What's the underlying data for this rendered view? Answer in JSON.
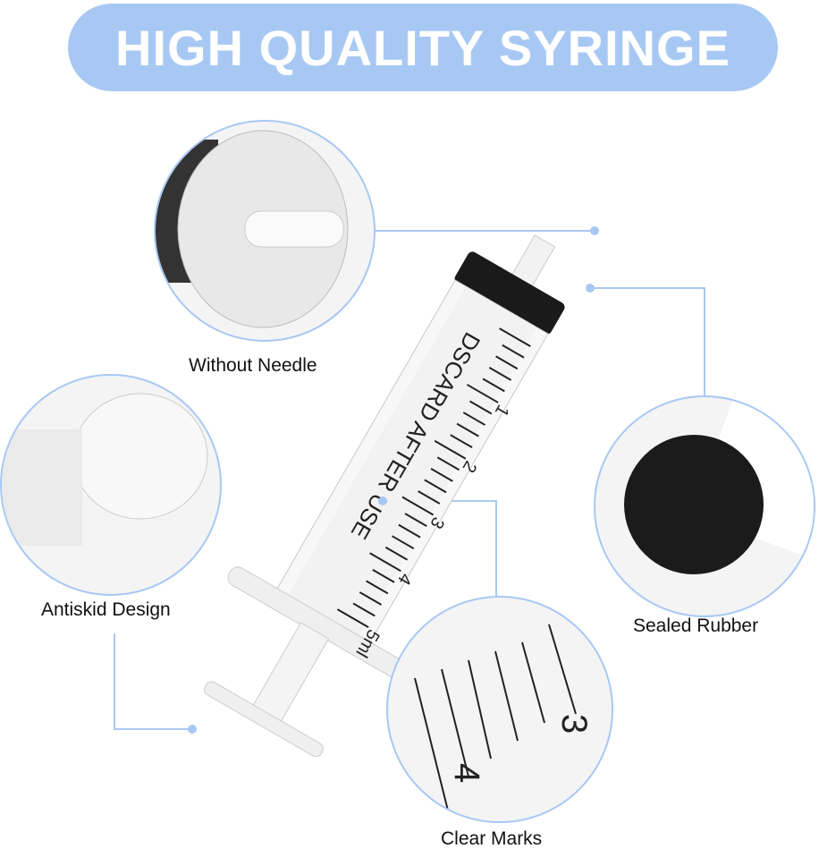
{
  "title": "HIGH QUALITY SYRINGE",
  "features": {
    "without_needle": "Without Needle",
    "antiskid": "Antiskid Design",
    "sealed_rubber": "Sealed Rubber",
    "clear_marks": "Clear Marks"
  },
  "syringe_text": {
    "warning": "DSCARD AFTER USE",
    "marks": [
      "1",
      "2",
      "3",
      "4",
      "5ml"
    ],
    "zoom_marks": [
      "3",
      "4"
    ]
  },
  "colors": {
    "accent": "#a8c8f4"
  }
}
